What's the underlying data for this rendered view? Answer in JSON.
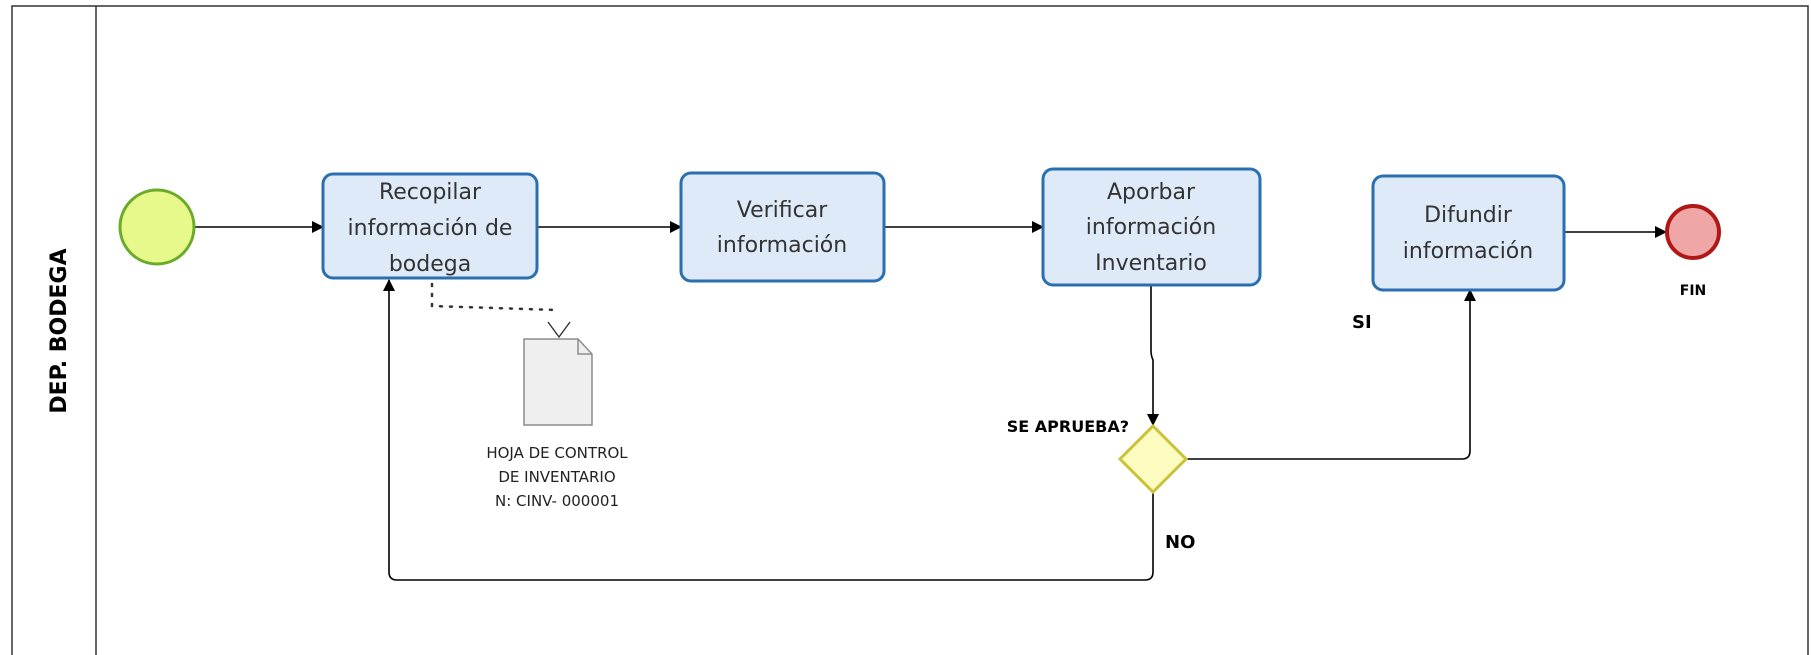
{
  "pool": {
    "lane_label": "DEP. BODEGA"
  },
  "colors": {
    "task_fill": "#dfeaf8",
    "task_stroke": "#2a6fb0",
    "start_fill": "#e6f98a",
    "start_stroke": "#6aab2a",
    "end_fill": "#eea6a6",
    "end_stroke": "#b01818",
    "gateway_fill": "#fdfcc0",
    "gateway_stroke": "#c9c23a",
    "document_fill": "#efefef"
  },
  "tasks": {
    "recopilar": [
      "Recopilar",
      "información de",
      "bodega"
    ],
    "verificar": [
      "Verificar",
      "información"
    ],
    "aprobar": [
      "Aporbar",
      "información",
      "Inventario"
    ],
    "difundir": [
      "Difundir",
      "información"
    ]
  },
  "gateway": {
    "label": "SE APRUEBA?",
    "yes_label": "SI",
    "no_label": "NO"
  },
  "end_event": {
    "label": "FIN"
  },
  "document": {
    "lines": [
      "HOJA DE CONTROL",
      "DE INVENTARIO",
      "N: CINV- 000001"
    ]
  }
}
